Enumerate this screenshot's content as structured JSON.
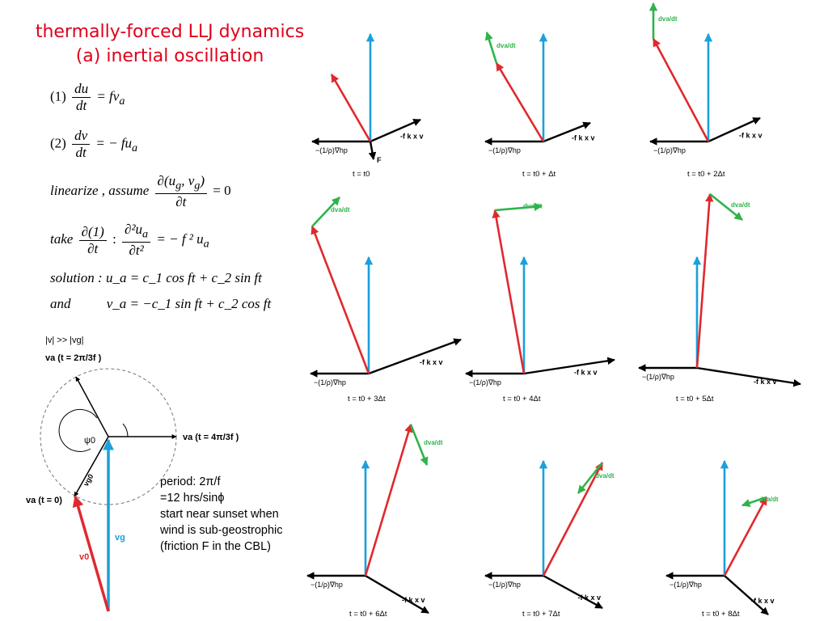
{
  "title": {
    "line1": "thermally-forced LLJ dynamics",
    "line2": "(a) inertial oscillation"
  },
  "equations": {
    "eq1": {
      "label": "(1)",
      "num": "du",
      "den": "dt",
      "rhs": "= fv",
      "rhs_sub": "a"
    },
    "eq2": {
      "label": "(2)",
      "num": "dv",
      "den": "dt",
      "rhs": "= − fu",
      "rhs_sub": "a"
    },
    "linearize": {
      "text": "linearize , assume",
      "num": "∂(u",
      "num_mid": ", v",
      "num_end": ")",
      "sub": "g",
      "den": "∂t",
      "rhs": "= 0"
    },
    "take": {
      "text": "take",
      "num1": "∂(1)",
      "den1": "∂t",
      "colon": ":",
      "num2": "∂²u",
      "num2_sub": "a",
      "den2": "∂t²",
      "rhs": "= − f ² u",
      "rhs_sub": "a"
    },
    "solution": {
      "text": "solution :",
      "rhs": "u_a = c_1 cos ft + c_2 sin ft"
    },
    "and": {
      "text": "and",
      "rhs": "v_a = −c_1 sin ft + c_2 cos ft"
    }
  },
  "notes": [
    "period: 2π/f",
    "=12 hrs/sinϕ",
    "start near sunset when",
    "wind is sub-geostrophic",
    "(friction F in the CBL)"
  ],
  "circle_diagram": {
    "header": "|v|  >> |vg|",
    "labels": {
      "va_top": "va (t = 2π/3f )",
      "va_right": "va (t = 4π/3f )",
      "va_zero": "va (t = 0)",
      "psi": "ψ0",
      "vg": "vg",
      "v0": "v0",
      "vg0": "vg0"
    }
  },
  "panels": [
    {
      "caption": "t = t0",
      "grad": "−(1/ρ)∇hp",
      "cor": "-f k x v",
      "deriv": "",
      "friction": "F"
    },
    {
      "caption": "t = t0 + Δt",
      "grad": "−(1/ρ)∇hp",
      "cor": "-f k x v",
      "deriv": "dva/dt"
    },
    {
      "caption": "t = t0 + 2Δt",
      "grad": "−(1/ρ)∇hp",
      "cor": "-f k x v",
      "deriv": "dva/dt"
    },
    {
      "caption": "t = t0 + 3Δt",
      "grad": "−(1/ρ)∇hp",
      "cor": "-f k x v",
      "deriv": "dva/dt"
    },
    {
      "caption": "t = t0 + 4Δt",
      "grad": "−(1/ρ)∇hp",
      "cor": "-f k x v",
      "deriv": "dva/dt"
    },
    {
      "caption": "t = t0 + 5Δt",
      "grad": "−(1/ρ)∇hp",
      "cor": "-f k x v",
      "deriv": "dva/dt"
    },
    {
      "caption": "t = t0 + 6Δt",
      "grad": "−(1/ρ)∇hp",
      "cor": "-f k x v",
      "deriv": "dva/dt"
    },
    {
      "caption": "t = t0 + 7Δt",
      "grad": "−(1/ρ)∇hp",
      "cor": "-f k x v",
      "deriv": "dva/dt"
    },
    {
      "caption": "t = t0 + 8Δt",
      "grad": "−(1/ρ)∇hp",
      "cor": "-f k x v",
      "deriv": "dva/dt"
    }
  ],
  "colors": {
    "title": "#e0001b",
    "geostrophic": "#1aa0dc",
    "ageostrophic": "#e0292e",
    "tendency": "#2fb34a",
    "force": "#000000"
  }
}
